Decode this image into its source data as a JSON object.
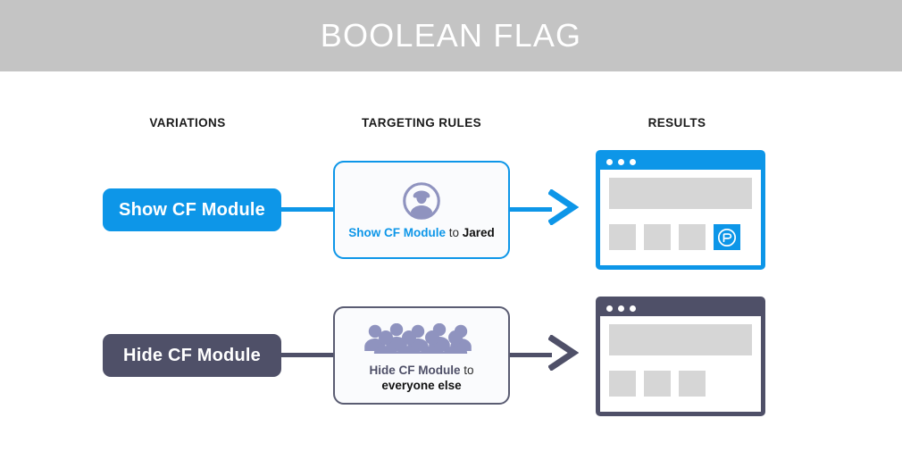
{
  "header": {
    "title": "BOOLEAN FLAG",
    "background_color": "#c4c4c4",
    "text_color": "#ffffff"
  },
  "columns": {
    "variations": "VARIATIONS",
    "targeting_rules": "TARGETING RULES",
    "results": "RESULTS"
  },
  "colors": {
    "accent_blue": "#0d96e8",
    "accent_dark": "#4f5068",
    "icon_purple": "#8f93bf",
    "placeholder_gray": "#d6d6d6",
    "card_background": "#fafbfd"
  },
  "rows": [
    {
      "variation": {
        "label": "Show CF Module",
        "style": "blue"
      },
      "rule": {
        "icon": "single-user-icon",
        "variation_label": "Show CF Module",
        "connector": " to ",
        "target": "Jared",
        "style": "blue"
      },
      "result": {
        "style": "blue",
        "window_dots": 3,
        "tiles": [
          "plain",
          "plain",
          "plain",
          "cf-flag"
        ],
        "flag_icon": "cf-module-flag-icon"
      }
    },
    {
      "variation": {
        "label": "Hide CF Module",
        "style": "dark"
      },
      "rule": {
        "icon": "crowd-of-people-icon",
        "variation_label": "Hide CF Module",
        "connector": " to",
        "target": "everyone else",
        "style": "dark"
      },
      "result": {
        "style": "dark",
        "window_dots": 3,
        "tiles": [
          "plain",
          "plain",
          "plain"
        ],
        "flag_icon": null
      }
    }
  ]
}
